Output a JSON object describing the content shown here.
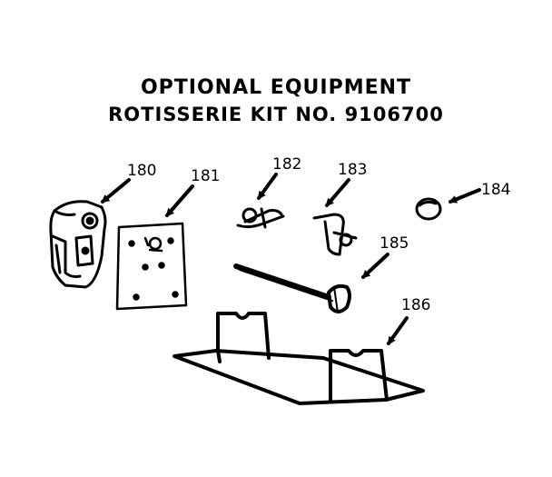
{
  "title": {
    "line1": "OPTIONAL EQUIPMENT",
    "line2": "ROTISSERIE KIT NO. 9106700"
  },
  "parts": [
    {
      "number": "180"
    },
    {
      "number": "181"
    },
    {
      "number": "182"
    },
    {
      "number": "183"
    },
    {
      "number": "184"
    },
    {
      "number": "185"
    },
    {
      "number": "186"
    }
  ],
  "colors": {
    "ink": "#000000",
    "background": "#ffffff"
  }
}
